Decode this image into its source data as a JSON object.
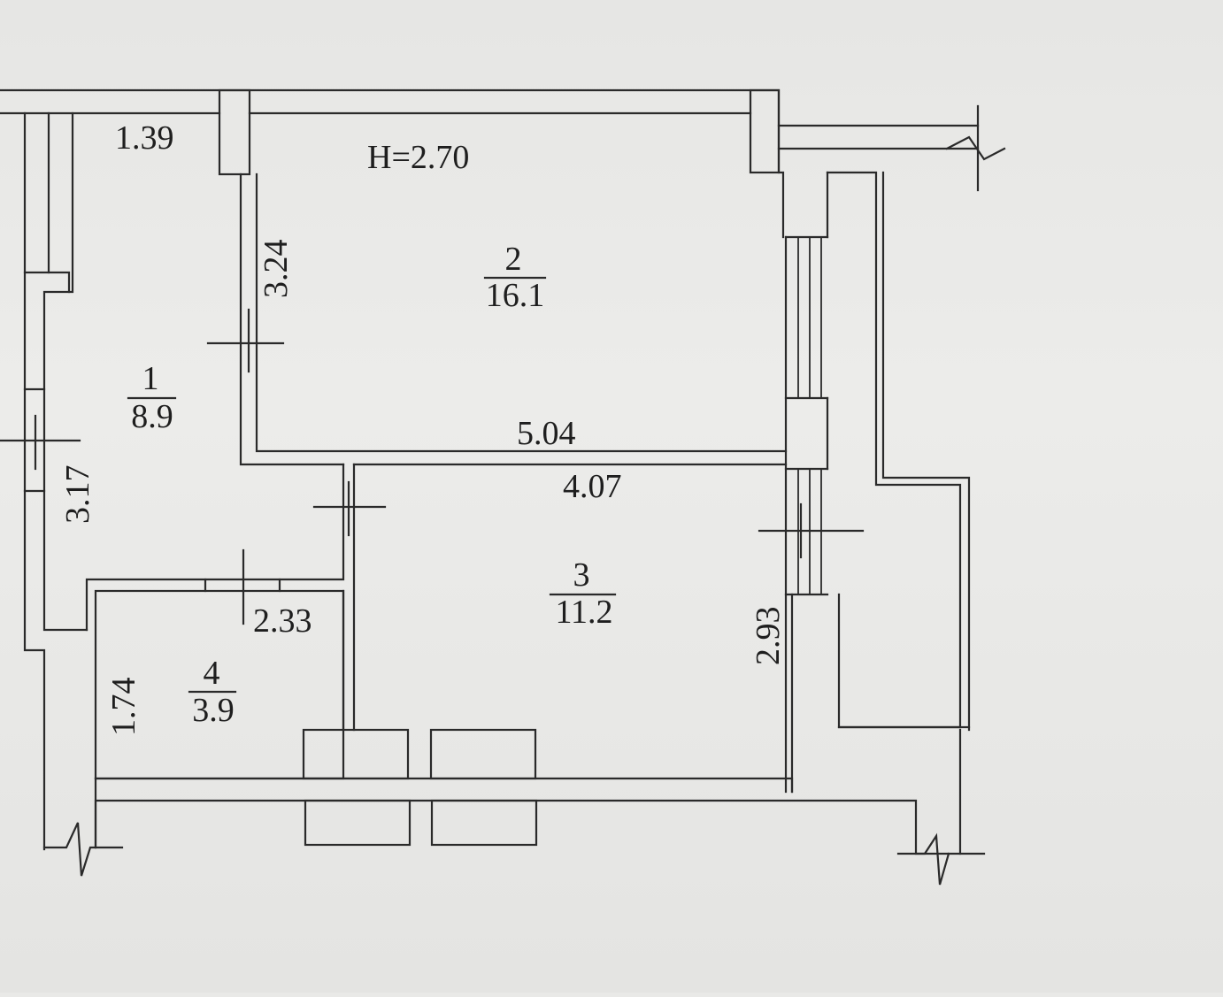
{
  "plan": {
    "height_label": "H=2.70",
    "rooms": [
      {
        "number": "1",
        "area": "8.9"
      },
      {
        "number": "2",
        "area": "16.1"
      },
      {
        "number": "3",
        "area": "11.2"
      },
      {
        "number": "4",
        "area": "3.9"
      }
    ],
    "dimensions": {
      "room1_width": "1.39",
      "room1_length": "3.17",
      "room2_width": "3.24",
      "room2_length": "5.04",
      "room3_length": "4.07",
      "room3_width": "2.93",
      "room4_length": "2.33",
      "room4_width": "1.74"
    },
    "colors": {
      "background": "#e9e9e7",
      "ink": "#2a2a2a"
    }
  }
}
